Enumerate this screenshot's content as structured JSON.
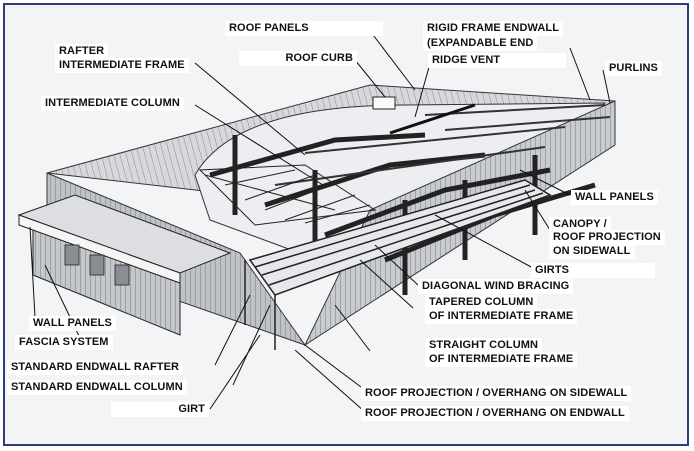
{
  "labels": {
    "roof_panels": "ROOF PANELS",
    "rigid_frame_endwall_1": "RIGID FRAME ENDWALL",
    "rigid_frame_endwall_2": "(EXPANDABLE END",
    "rafter_intermediate_1": "RAFTER",
    "rafter_intermediate_2": "INTERMEDIATE FRAME",
    "roof_curb": "ROOF CURB",
    "ridge_vent": "RIDGE VENT",
    "purlins": "PURLINS",
    "intermediate_column": "INTERMEDIATE COLUMN",
    "wall_panels_right": "WALL PANELS",
    "canopy_1": "CANOPY /",
    "canopy_2": "ROOF PROJECTION",
    "canopy_3": "ON  SIDEWALL",
    "girts": "GIRTS",
    "diagonal_wind_bracing": "DIAGONAL WIND BRACING",
    "tapered_column_1": "TAPERED COLUMN",
    "tapered_column_2": "OF  INTERMEDIATE FRAME",
    "wall_panels_left": "WALL PANELS",
    "fascia_system": "FASCIA  SYSTEM",
    "straight_column_1": "STRAIGHT COLUMN",
    "straight_column_2": "OF  INTERMEDIATE FRAME",
    "standard_endwall_rafter": "STANDARD ENDWALL RAFTER",
    "standard_endwall_column": "STANDARD ENDWALL COLUMN",
    "roof_projection_sidewall": "ROOF PROJECTION / OVERHANG ON SIDEWALL",
    "girt": "GIRT",
    "roof_projection_endwall": "ROOF PROJECTION / OVERHANG ON ENDWALL"
  },
  "colors": {
    "border": "#2e3d7a",
    "ink": "#111111",
    "background": "#f3f4f6"
  }
}
